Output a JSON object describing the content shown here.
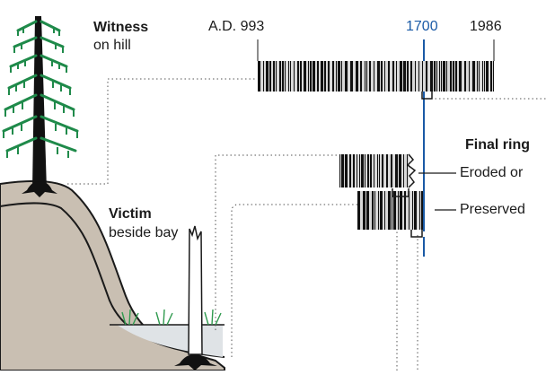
{
  "witness": {
    "title": "Witness",
    "subtitle": "on hill"
  },
  "victim": {
    "title": "Victim",
    "subtitle": "beside bay"
  },
  "timeline": {
    "start": "A.D. 993",
    "marker": "1700",
    "end": "1986"
  },
  "final_ring": {
    "heading": "Final ring",
    "eroded": "Eroded or",
    "preserved": "Preserved"
  },
  "colors": {
    "marker_line": "#1a5aa6",
    "tree_foliage": "#1f8a4a",
    "ground": "#c9bfb2",
    "water": "#dfe3e6",
    "ring_dark": "#111111"
  }
}
